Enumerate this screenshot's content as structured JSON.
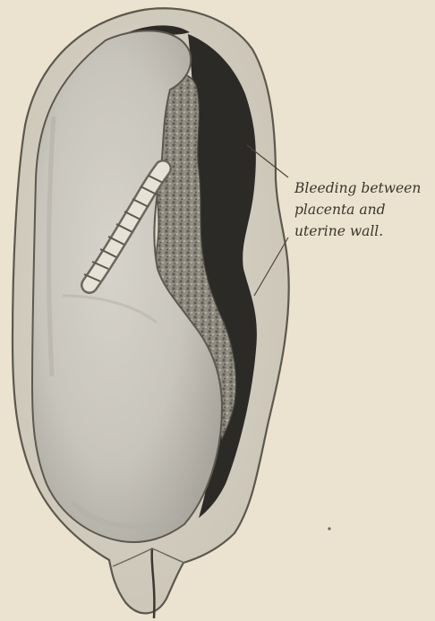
{
  "annotation": {
    "lines": [
      "Bleeding between",
      "placenta and",
      "uterine wall."
    ]
  },
  "colors": {
    "paper": "#ebe3cf",
    "uterine_wall": "#d5d0c2",
    "outline": "#5c584f",
    "hemorrhage": "#2b2a26",
    "placenta": "#8b877c",
    "fetal_sac": "#c9c6bd",
    "label_text": "#3a352c"
  }
}
